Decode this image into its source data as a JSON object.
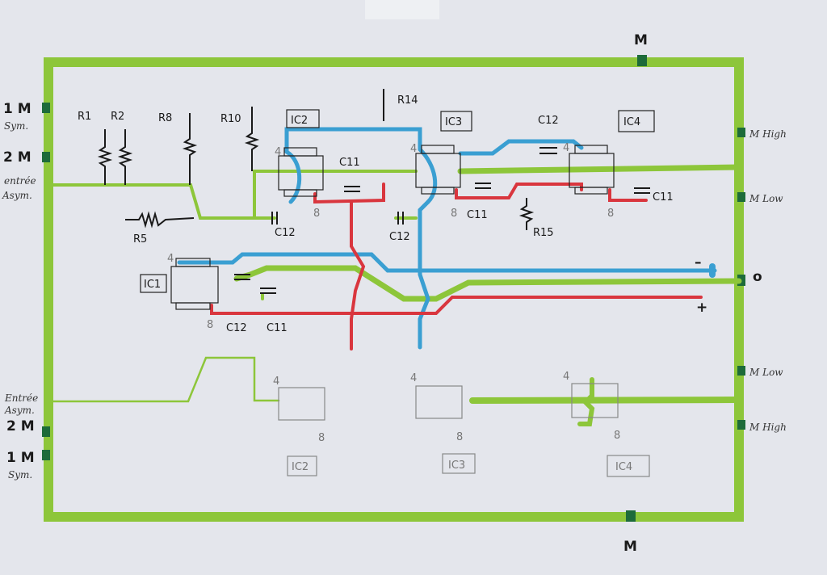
{
  "title": "Circuit board wiring sketch",
  "colors": {
    "ground": "#8dc63a",
    "negative": "#3a9fd2",
    "positive": "#d9363e",
    "paper": "#e4e6ec"
  },
  "labels": {
    "m_top": "M",
    "m_bottom": "M",
    "left_top": {
      "m1": "1 M",
      "sym": "Sym.",
      "m2": "2 M",
      "entree": "entrée",
      "asym": "Asym."
    },
    "left_bottom": {
      "entree": "Entrée",
      "asym": "Asym.",
      "m2": "2 M",
      "m1": "1 M",
      "sym": "Sym."
    },
    "right": {
      "high_top": "M High",
      "low_top": "M Low",
      "zero": "o",
      "minus": "–",
      "plus": "+",
      "low_bottom": "M Low",
      "high_bottom": "M High"
    },
    "resistors": [
      "R1",
      "R2",
      "R8",
      "R10",
      "R5",
      "R14",
      "R15"
    ],
    "ics_top": [
      "IC2",
      "IC3",
      "IC4",
      "IC1"
    ],
    "ics_bottom": [
      "IC2",
      "IC3",
      "IC4"
    ],
    "caps": {
      "c11_ic2": "C11",
      "c12_ic2": "C12",
      "c12_ic3": "C12",
      "c11_ic3": "C11",
      "c12_ic4": "C12",
      "c11_ic4": "C11",
      "c12_ic1": "C12",
      "c11_ic1": "C11"
    },
    "pins": {
      "four": "4",
      "eight": "8"
    }
  }
}
